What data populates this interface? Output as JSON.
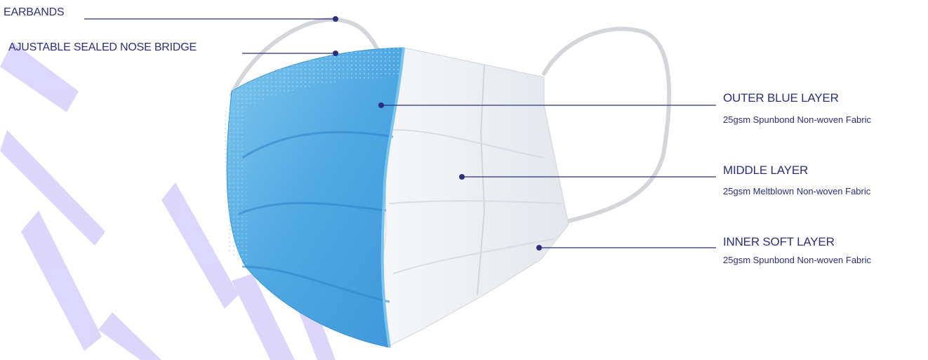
{
  "labels": {
    "earbands": "EARBANDS",
    "nose_bridge": "AJUSTABLE SEALED NOSE BRIDGE",
    "outer": {
      "title": "OUTER BLUE LAYER",
      "desc": "25gsm Spunbond Non-woven Fabric"
    },
    "middle": {
      "title": "MIDDLE LAYER",
      "desc": "25gsm Meltblown Non-woven Fabric"
    },
    "inner": {
      "title": "INNER SOFT LAYER",
      "desc": "25gsm Spunbond Non-woven Fabric"
    }
  },
  "colors": {
    "label": "#2b2f7e",
    "leader": "#2b2f7e",
    "mask_blue": "#5ab3e6",
    "mask_white": "#eef1f4",
    "watermark": "#d6d0fb"
  }
}
